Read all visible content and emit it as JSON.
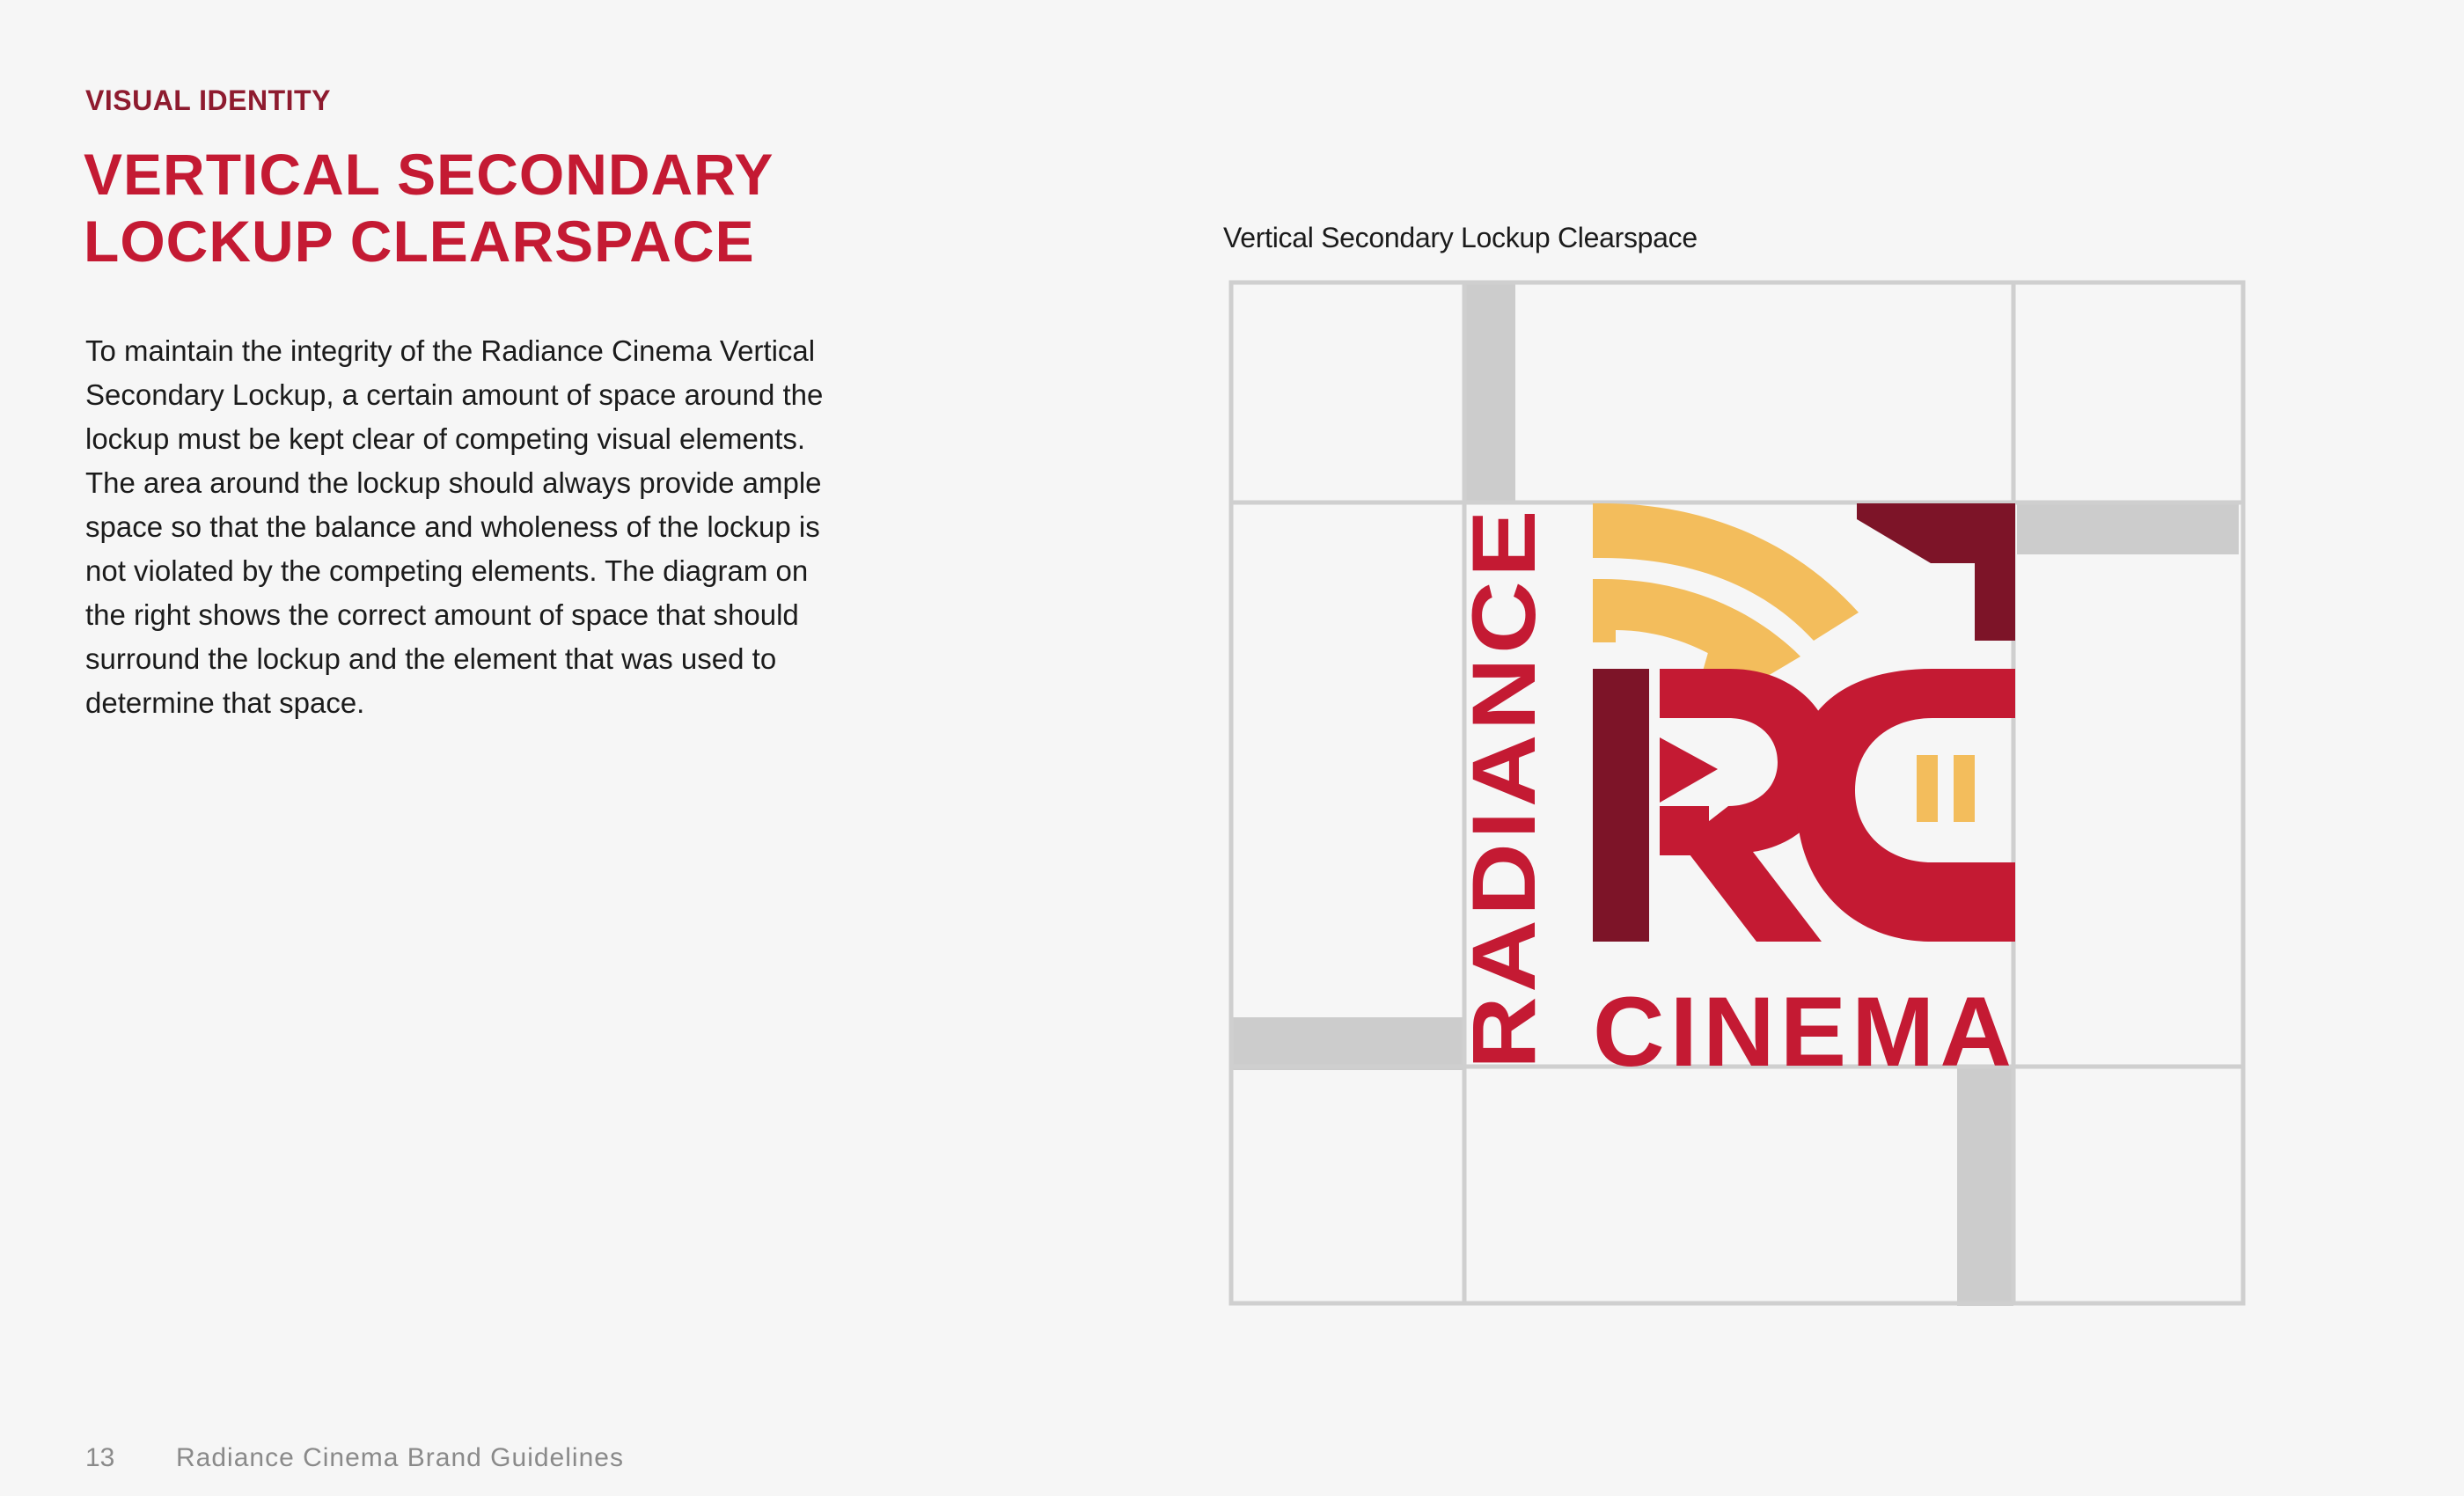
{
  "header": {
    "eyebrow": "VISUAL IDENTITY",
    "title_line1": "VERTICAL SECONDARY",
    "title_line2": "LOCKUP CLEARSPACE"
  },
  "body": {
    "lines": [
      "To maintain the integrity of the Radiance Cinema Vertical",
      "Secondary Lockup, a certain amount of space around the",
      "lockup must be kept clear of competing visual elements.",
      "The area around the lockup should always provide ample",
      "space so that the balance and wholeness of the lockup is",
      "not violated by the competing elements. The diagram on",
      "the right shows the correct amount of space that should",
      "surround the lockup and the element that was used to",
      "determine that space."
    ]
  },
  "diagram": {
    "label": "Vertical Secondary Lockup Clearspace",
    "logo_vertical_word": "RADIANCE",
    "logo_bottom_word": "CINEMA"
  },
  "colors": {
    "background": "#f6f6f6",
    "brand_red": "#c41a33",
    "brand_dark_red": "#7d1428",
    "brand_gold": "#f3bd5c",
    "grid_line": "#cfcfcf",
    "clearspace_band": "#cccccc"
  },
  "footer": {
    "page_number": "13",
    "document_title": "Radiance Cinema Brand Guidelines"
  }
}
